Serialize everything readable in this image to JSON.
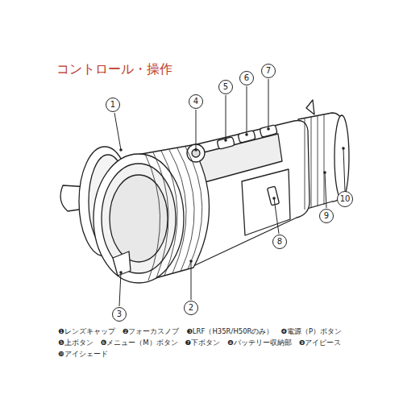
{
  "diagram": {
    "title": "コントロール・操作",
    "nodes": [
      {
        "text": [
          "1"
        ]
      },
      {
        "text": [
          "2"
        ]
      },
      {
        "text": [
          "3"
        ]
      },
      {
        "text": [
          "4"
        ]
      },
      {
        "text": [
          "5"
        ]
      },
      {
        "text": [
          "6"
        ]
      },
      {
        "text": [
          "7"
        ]
      },
      {
        "text": [
          "8"
        ]
      },
      {
        "text": [
          "9"
        ]
      },
      {
        "text": [
          "10"
        ]
      }
    ],
    "labels": [
      "❶レンズキャップ",
      "❷フォーカスノブ",
      "❸LRF（H35R/H50Rのみ）",
      "❹電源（P）ボタン",
      "❺上ボタン",
      "❻メニュー（M）ボタン",
      "❼下ボタン",
      "❽バッテリー収納部",
      "❾アイピース",
      "❿アイシェード"
    ]
  }
}
